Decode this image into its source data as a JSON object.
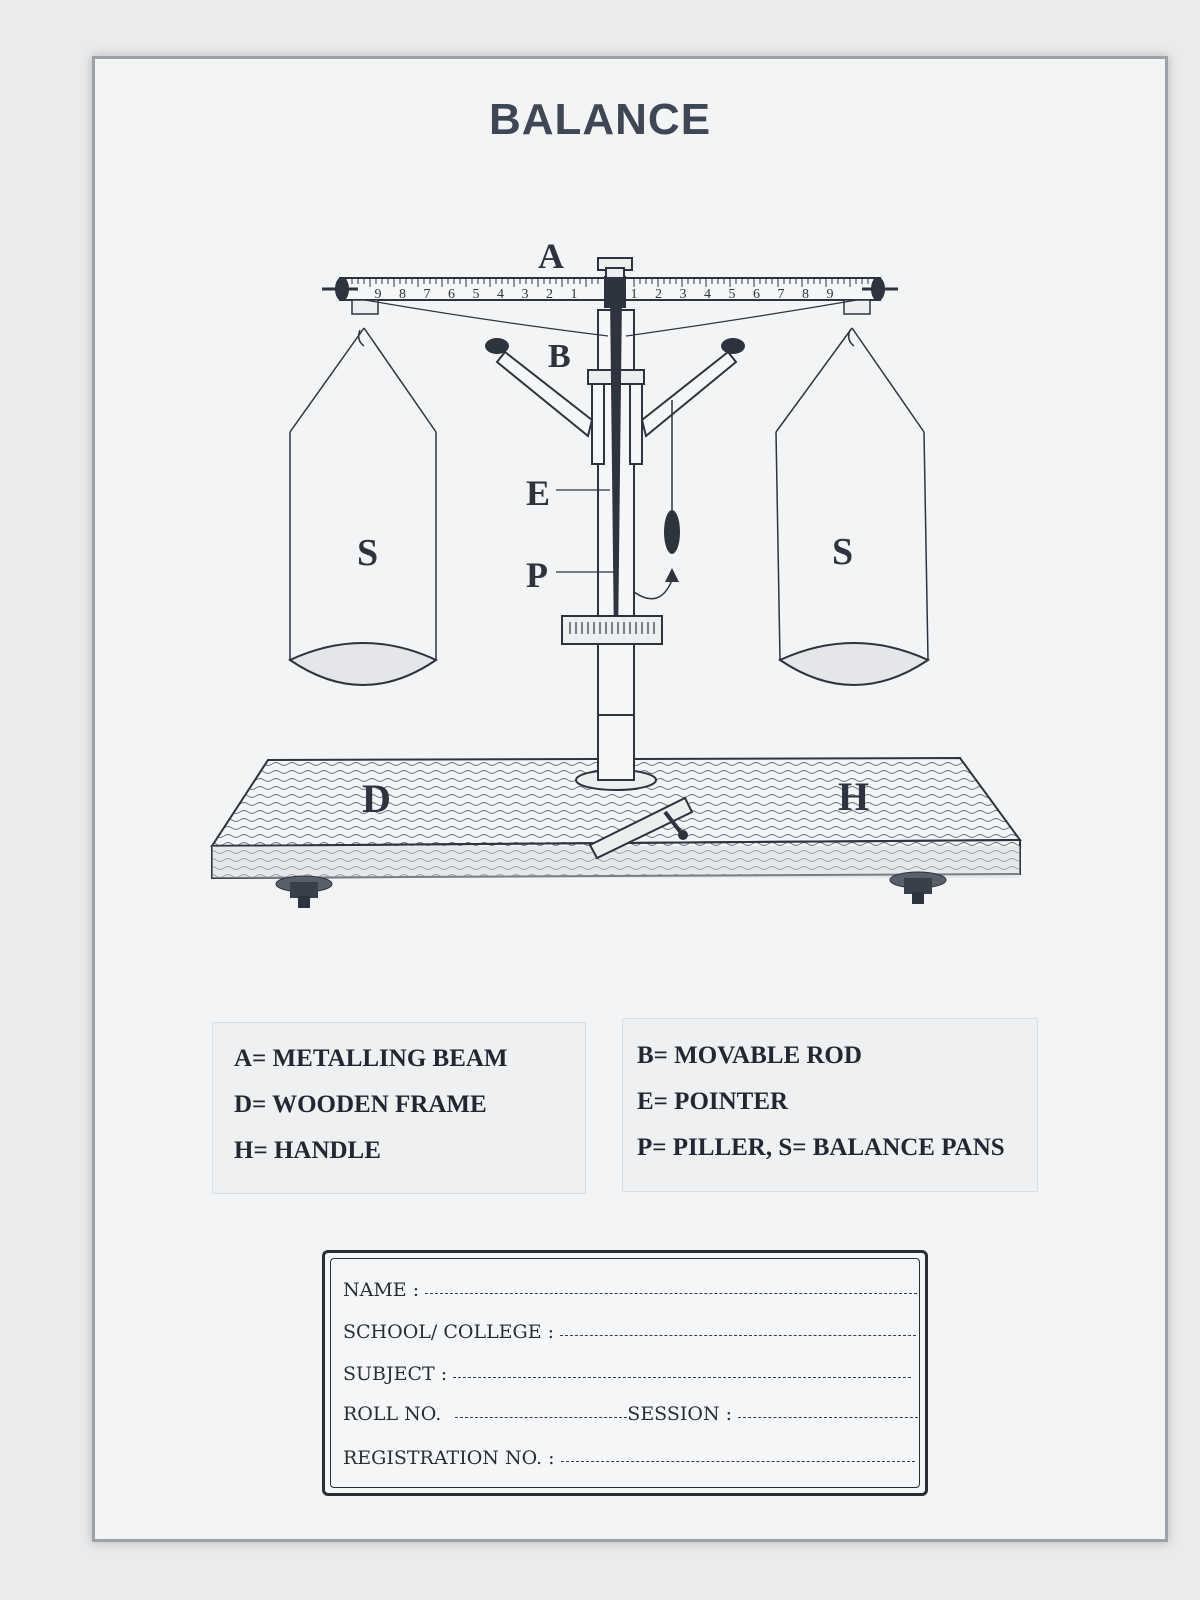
{
  "title": "BALANCE",
  "diagram": {
    "labels": {
      "a": "A",
      "b": "B",
      "e": "E",
      "p": "P",
      "s_left": "S",
      "s_right": "S",
      "d": "D",
      "h": "H"
    },
    "beam_scale": [
      "9",
      "8",
      "7",
      "6",
      "5",
      "4",
      "3",
      "2",
      "1",
      "1",
      "2",
      "3",
      "4",
      "5",
      "6",
      "7",
      "8",
      "9"
    ]
  },
  "legend": {
    "left": [
      "A= METALLING BEAM",
      "D= WOODEN FRAME",
      "H= HANDLE"
    ],
    "right": [
      "B= MOVABLE ROD",
      "E= POINTER",
      "P= PILLER,   S= BALANCE PANS"
    ]
  },
  "form": {
    "name": "NAME :",
    "school": "SCHOOL/ COLLEGE :",
    "subject": "SUBJECT :",
    "roll": "ROLL NO.",
    "session": "SESSION :",
    "registration": "REGISTRATION NO. :"
  }
}
